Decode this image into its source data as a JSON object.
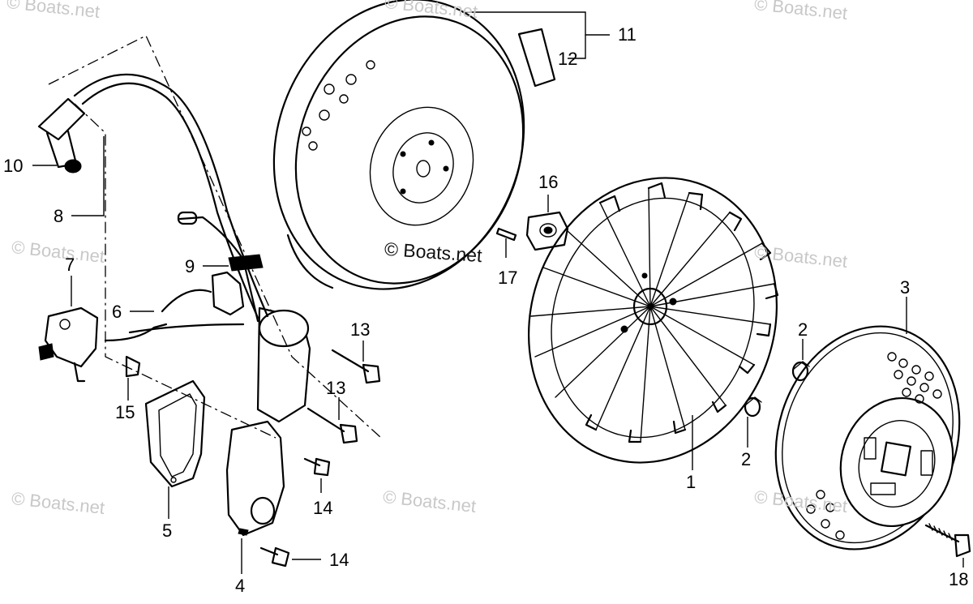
{
  "watermark": {
    "text": "© Boats.net",
    "center_text": "© Boats.net"
  },
  "callouts": {
    "c1": "1",
    "c2a": "2",
    "c2b": "2",
    "c3": "3",
    "c4": "4",
    "c5": "5",
    "c6": "6",
    "c7": "7",
    "c8": "8",
    "c9": "9",
    "c10": "10",
    "c11": "11",
    "c12": "12",
    "c13a": "13",
    "c13b": "13",
    "c14a": "14",
    "c14b": "14",
    "c15": "15",
    "c16": "16",
    "c17": "17",
    "c18": "18"
  }
}
